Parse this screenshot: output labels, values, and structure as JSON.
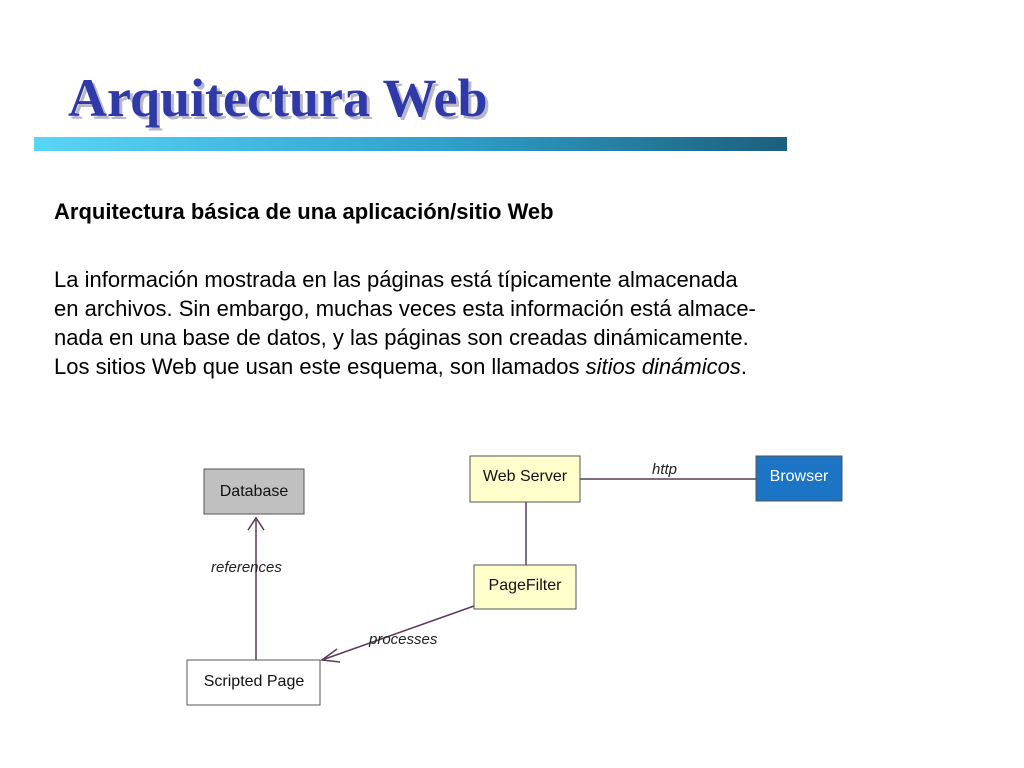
{
  "slide": {
    "title": "Arquitectura Web",
    "subtitle": "Arquitectura básica de una aplicación/sitio Web",
    "paragraph": {
      "line1": "La información mostrada en las páginas está típicamente almacenada",
      "line2": "en archivos. Sin embargo, muchas veces esta información está almace-",
      "line3": "nada en una base de datos, y las páginas son creadas dinámicamente.",
      "line4_prefix": "Los sitios Web que usan este esquema, son llamados ",
      "line4_emphasis": "sitios dinámicos",
      "line4_suffix": "."
    }
  },
  "diagram": {
    "nodes": {
      "database": "Database",
      "web_server": "Web Server",
      "browser": "Browser",
      "page_filter": "PageFilter",
      "scripted_page": "Scripted Page"
    },
    "edges": {
      "http": "http",
      "references": "references",
      "processes": "processes"
    },
    "colors": {
      "database_fill": "#c0c0c0",
      "server_fill": "#ffffcc",
      "browser_fill": "#1c74c4",
      "browser_text": "#ffffff",
      "line": "#5a3a5a",
      "title": "#2f3aa8"
    }
  }
}
